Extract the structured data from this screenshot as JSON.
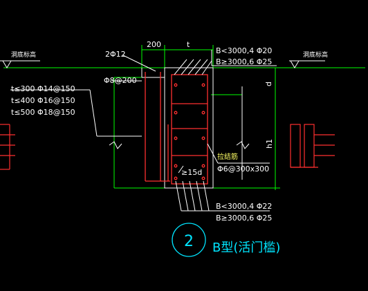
{
  "labels": {
    "left_elevation": "洞底标高",
    "right_elevation": "洞底标高",
    "dim_200": "200",
    "dim_t": "t",
    "dim_d": "d",
    "dim_h1": "h1",
    "top_bar_left": "2Φ12",
    "stirrup_left": "Φ8@200",
    "top_rebar_line1": "B<3000,4 Φ20",
    "top_rebar_line2": "B≥3000,6 Φ25",
    "spec_line1": "t≤300 Φ14@150",
    "spec_line2": "t≤400 Φ16@150",
    "spec_line3": "t≤500 Φ18@150",
    "tie_bar_title": "拉结筋",
    "tie_bar_spec": "Φ6@300x300",
    "anchor": "≥15d",
    "bottom_rebar_line1": "B<3000,4 Φ22",
    "bottom_rebar_line2": "B≥3000,6 Φ25",
    "section_number": "2",
    "section_title": "B型(活门槛)"
  },
  "colors": {
    "background": "#000000",
    "dimension_line": "#00ff00",
    "rebar": "#ff3030",
    "outline": "#ffffff",
    "leader": "#ffffff",
    "title": "#00e5ff",
    "tie_label": "#ffff66"
  }
}
